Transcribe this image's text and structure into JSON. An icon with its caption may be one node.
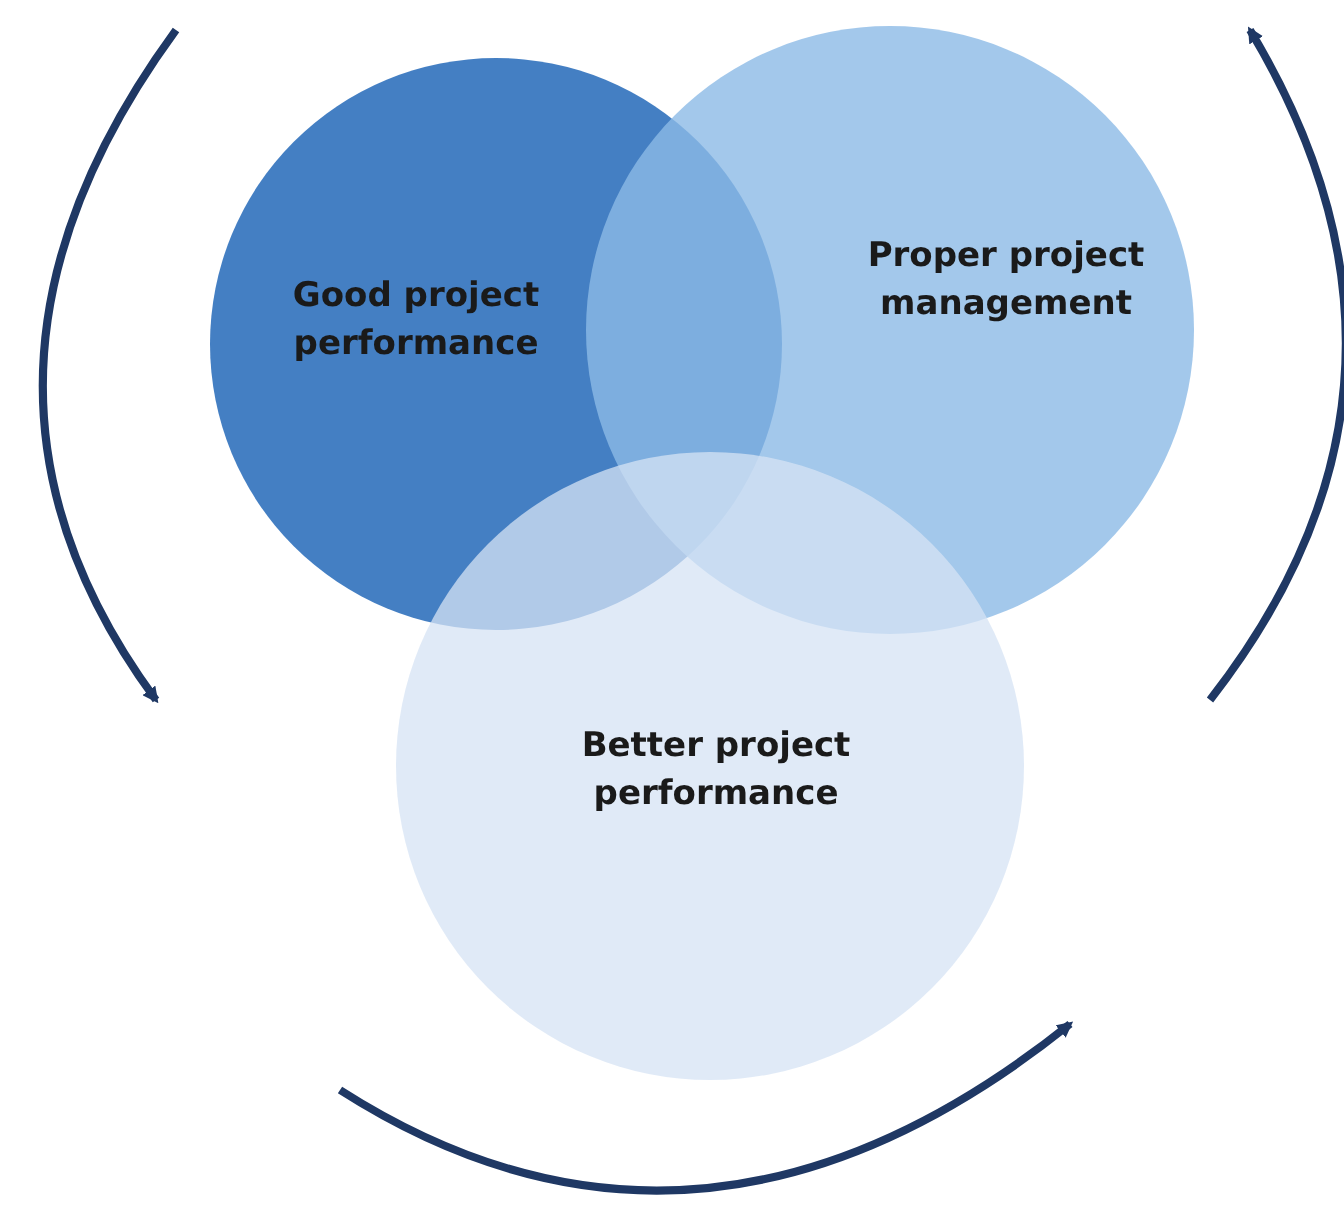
{
  "diagram": {
    "nodes": [
      {
        "text": [
          "Good project performance"
        ]
      },
      {
        "text": [
          "Proper project management"
        ]
      },
      {
        "text": [
          "Better project performance"
        ]
      }
    ]
  }
}
